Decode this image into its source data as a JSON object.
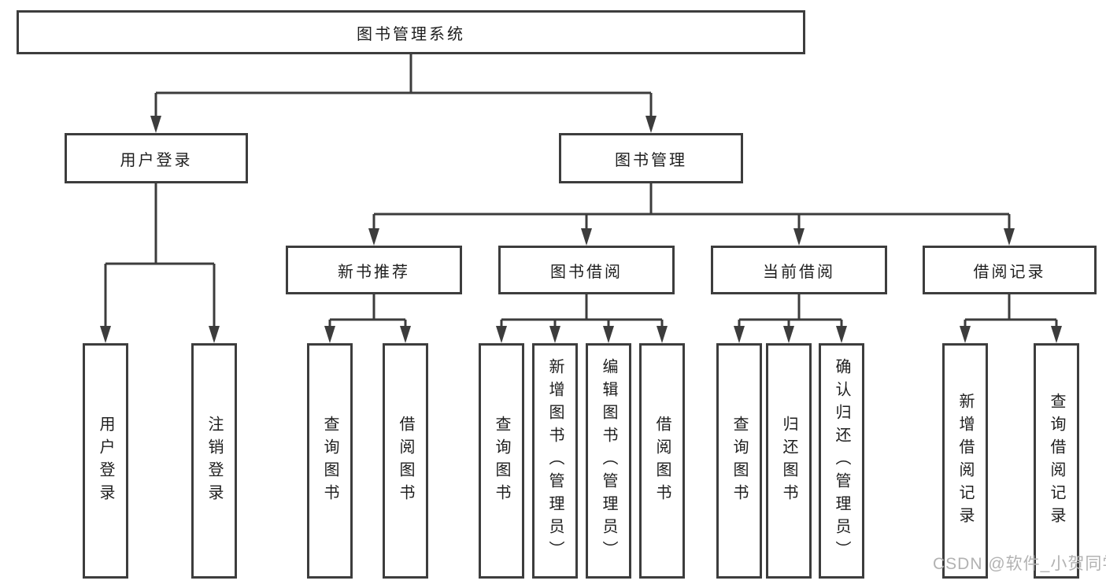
{
  "diagram": {
    "nodes": {
      "root": "图书管理系统",
      "user_login": "用户登录",
      "book_mgmt": "图书管理",
      "new_book_rec": "新书推荐",
      "book_borrow": "图书借阅",
      "current_borrow": "当前借阅",
      "borrow_record": "借阅记录",
      "user_login_leaf": "用户登录",
      "logout_leaf": "注销登录",
      "rec_query_book": "查询图书",
      "rec_borrow_book": "借阅图书",
      "bb_query_book": "查询图书",
      "bb_add_book": "新增图书（管理员）",
      "bb_edit_book": "编辑图书（管理员）",
      "bb_borrow_book": "借阅图书",
      "cb_query_book": "查询图书",
      "cb_return_book": "归还图书",
      "cb_confirm_return": "确认归还（管理员）",
      "br_add_record": "新增借阅记录",
      "br_query_record": "查询借阅记录"
    },
    "hierarchy": {
      "图书管理系统": {
        "用户登录": [
          "用户登录",
          "注销登录"
        ],
        "图书管理": {
          "新书推荐": [
            "查询图书",
            "借阅图书"
          ],
          "图书借阅": [
            "查询图书",
            "新增图书（管理员）",
            "编辑图书（管理员）",
            "借阅图书"
          ],
          "当前借阅": [
            "查询图书",
            "归还图书",
            "确认归还（管理员）"
          ],
          "借阅记录": [
            "新增借阅记录",
            "查询借阅记录"
          ]
        }
      }
    },
    "colors": {
      "line": "#3c3c3c",
      "box_border": "#3d3d3d",
      "text": "#1e1e1e",
      "watermark": "#b2b2b2",
      "background": "#ffffff"
    }
  },
  "watermark": "CSDN @软件_小贺同学"
}
